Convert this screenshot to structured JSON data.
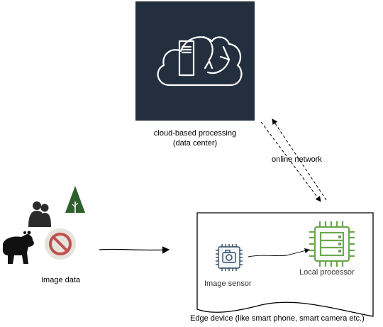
{
  "cloud": {
    "caption_line1": "cloud-based processing",
    "caption_line2": "(data center)",
    "icon": "cloud-server-sync-icon",
    "tile_color": "#232f3e"
  },
  "network": {
    "label": "online  network"
  },
  "image_data": {
    "label": "Image data",
    "icons": [
      "people-icon",
      "tree-icon",
      "bear-icon",
      "prohibited-icon"
    ]
  },
  "edge": {
    "label": "Edge device (like smart phone, smart camera etc.)",
    "sensor_label": "Image sensor",
    "processor_label": "Local processor",
    "processor_color": "#6aa84f",
    "sensor_color": "#2e4a66"
  }
}
